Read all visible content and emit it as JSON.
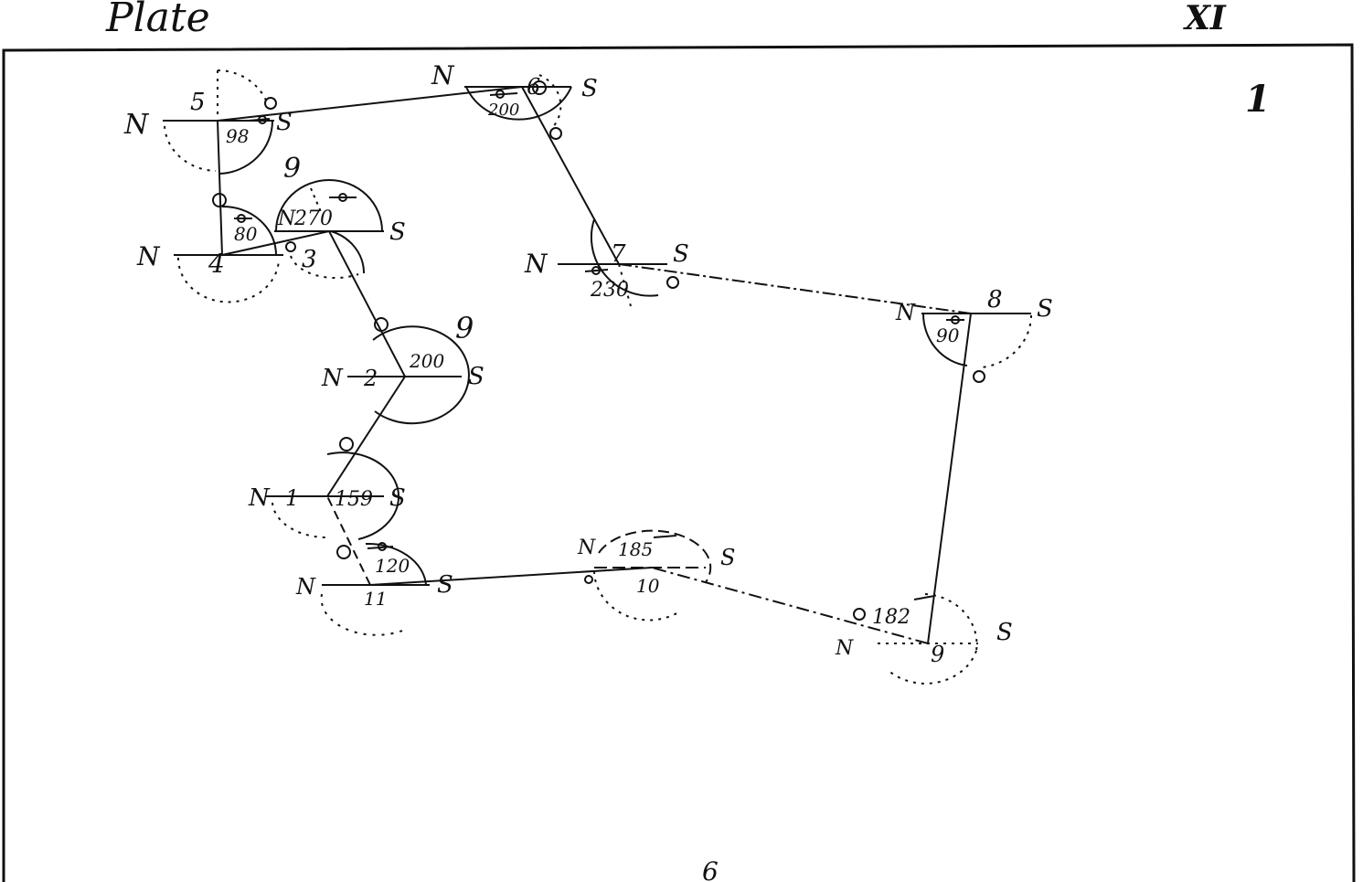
{
  "header": {
    "plate_label": "Plate",
    "plate_number": "XI"
  },
  "figure": {
    "figure_number": "1",
    "bottom_mark": "6",
    "stations": [
      {
        "id": "1",
        "label": "1",
        "angle": "159",
        "north": "N",
        "south": "S"
      },
      {
        "id": "2",
        "label": "2",
        "angle": "200",
        "north": "N",
        "south": "S",
        "mark": "9"
      },
      {
        "id": "3",
        "label": "3",
        "angle": "270",
        "north": "N",
        "south": "S",
        "mark": "9"
      },
      {
        "id": "4",
        "label": "4",
        "angle": "80",
        "north": "N",
        "south": ""
      },
      {
        "id": "5",
        "label": "5",
        "angle": "98",
        "north": "N",
        "south": "S"
      },
      {
        "id": "6",
        "label": "6",
        "angle": "200",
        "north": "N",
        "south": "S"
      },
      {
        "id": "7",
        "label": "7",
        "angle": "230",
        "north": "N",
        "south": "S"
      },
      {
        "id": "8",
        "label": "8",
        "angle": "90",
        "north": "N",
        "south": "S"
      },
      {
        "id": "9",
        "label": "9",
        "angle": "182",
        "north": "N",
        "south": "S"
      },
      {
        "id": "10",
        "label": "10",
        "angle": "185",
        "north": "N",
        "south": "S"
      },
      {
        "id": "11",
        "label": "11",
        "angle": "120",
        "north": "N",
        "south": "S"
      }
    ]
  }
}
